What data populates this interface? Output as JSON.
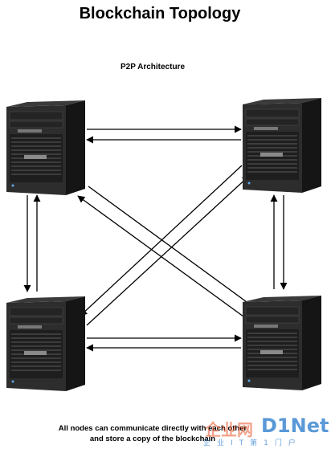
{
  "title": "Blockchain Topology",
  "subtitle": "P2P Architecture",
  "footer": {
    "line1": "All nodes can communicate directly with each other",
    "line2": "and store a copy of the blockchain"
  },
  "nodes": [
    {
      "id": "top-left",
      "icon": "tower-server-icon"
    },
    {
      "id": "top-right",
      "icon": "tower-server-icon"
    },
    {
      "id": "bottom-left",
      "icon": "tower-server-icon"
    },
    {
      "id": "bottom-right",
      "icon": "tower-server-icon"
    }
  ],
  "connections": [
    {
      "from": "top-left",
      "to": "top-right"
    },
    {
      "from": "top-right",
      "to": "top-left"
    },
    {
      "from": "bottom-left",
      "to": "bottom-right"
    },
    {
      "from": "bottom-right",
      "to": "bottom-left"
    },
    {
      "from": "top-left",
      "to": "bottom-left"
    },
    {
      "from": "bottom-left",
      "to": "top-left"
    },
    {
      "from": "top-right",
      "to": "bottom-right"
    },
    {
      "from": "bottom-right",
      "to": "top-right"
    },
    {
      "from": "top-left",
      "to": "bottom-right"
    },
    {
      "from": "bottom-right",
      "to": "top-left"
    },
    {
      "from": "top-right",
      "to": "bottom-left"
    },
    {
      "from": "bottom-left",
      "to": "top-right"
    }
  ],
  "watermark": {
    "chinese": "企业网",
    "brand": "D1Net",
    "tagline": "企业IT第1门户"
  },
  "colors": {
    "server_body": "#2b2b2b",
    "server_side": "#1a1a1a",
    "arrow": "#000000"
  }
}
